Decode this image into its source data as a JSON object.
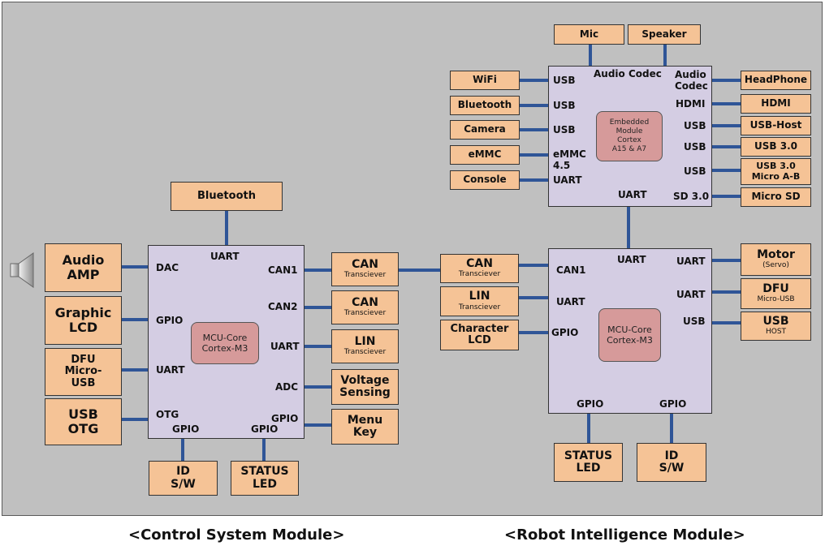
{
  "control": {
    "mcu_core": "MCU-Core\nCortex-M3",
    "ports": {
      "uart_top": "UART",
      "can1": "CAN1",
      "can2": "CAN2",
      "uart_right": "UART",
      "adc": "ADC",
      "gpio_right": "GPIO",
      "dac": "DAC",
      "gpio_left": "GPIO",
      "uart_left": "UART",
      "otg": "OTG",
      "gpio_bottom_left": "GPIO",
      "gpio_bottom_right": "GPIO"
    },
    "boxes": {
      "bluetooth": "Bluetooth",
      "audio_amp": "Audio\nAMP",
      "graphic_lcd": "Graphic\nLCD",
      "dfu": "DFU\nMicro-\nUSB",
      "usb_otg": "USB\nOTG",
      "can1_main": "CAN",
      "can1_sub": "Transciever",
      "can2_main": "CAN",
      "can2_sub": "Transciever",
      "lin_main": "LIN",
      "lin_sub": "Transciever",
      "voltage": "Voltage\nSensing",
      "menu_key": "Menu\nKey",
      "id_sw": "ID\nS/W",
      "status_led": "STATUS\nLED"
    },
    "caption": "<Control System Module>"
  },
  "robot": {
    "embedded": {
      "core": "Embedded\nModule\nCortex\nA15 & A7",
      "ports": {
        "audio_codec_top": "Audio Codec",
        "usb_wifi": "USB",
        "usb_bt": "USB",
        "usb_cam": "USB",
        "emmc": "eMMC\n4.5",
        "uart_console": "UART",
        "audio_codec_right": "Audio\nCodec",
        "hdmi": "HDMI",
        "usb_host": "USB",
        "usb3": "USB",
        "usb3_micro": "USB",
        "sd": "SD 3.0",
        "uart_bottom": "UART"
      },
      "boxes": {
        "mic": "Mic",
        "speaker": "Speaker",
        "wifi": "WiFi",
        "bluetooth": "Bluetooth",
        "camera": "Camera",
        "emmc": "eMMC",
        "console": "Console",
        "headphone": "HeadPhone",
        "hdmi": "HDMI",
        "usb_host": "USB-Host",
        "usb3": "USB 3.0",
        "usb3_micro": "USB 3.0\nMicro A-B",
        "micro_sd": "Micro SD"
      }
    },
    "mcu": {
      "core": "MCU-Core\nCortex-M3",
      "ports": {
        "uart_top": "UART",
        "can1": "CAN1",
        "uart_left": "UART",
        "gpio_left": "GPIO",
        "uart_motor": "UART",
        "uart_dfu": "UART",
        "usb": "USB",
        "gpio_bottom_left": "GPIO",
        "gpio_bottom_right": "GPIO"
      },
      "boxes": {
        "can_main": "CAN",
        "can_sub": "Transciever",
        "lin_main": "LIN",
        "lin_sub": "Transciever",
        "char_lcd": "Character\nLCD",
        "motor_main": "Motor",
        "motor_sub": "(Servo)",
        "dfu_main": "DFU",
        "dfu_sub": "Micro-USB",
        "usb_main": "USB",
        "usb_sub": "HOST",
        "status_led": "STATUS\nLED",
        "id_sw": "ID\nS/W"
      }
    },
    "caption": "<Robot Intelligence Module>"
  },
  "colors": {
    "background": "#c0c0c0",
    "chip": "#d4cde3",
    "core": "#d69a9a",
    "box": "#f5c396",
    "line": "#2f5597"
  },
  "icons": {
    "speaker": "speaker-icon"
  }
}
